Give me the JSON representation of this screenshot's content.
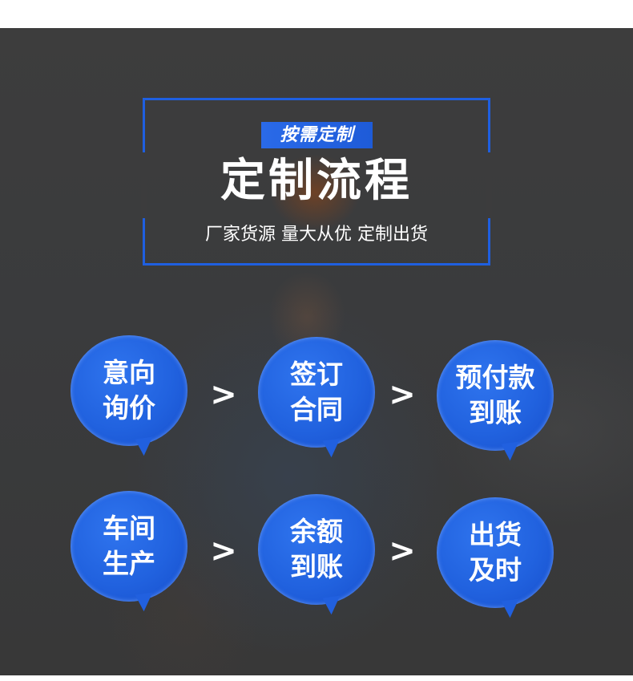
{
  "header": {
    "badge": "按需定制",
    "title": "定制流程",
    "subtitle": "厂家货源 量大从优 定制出货"
  },
  "colors": {
    "accent_blue": "#1f5fe0",
    "bubble_blue": "#2162df",
    "text": "#ffffff",
    "background": "#3c3c3d"
  },
  "steps": [
    {
      "line1": "意向",
      "line2": "询价"
    },
    {
      "line1": "签订",
      "line2": "合同"
    },
    {
      "line1": "预付款",
      "line2": "到账"
    },
    {
      "line1": "车间",
      "line2": "生产"
    },
    {
      "line1": "余额",
      "line2": "到账"
    },
    {
      "line1": "出货",
      "line2": "及时"
    }
  ],
  "arrow_glyph": ">"
}
